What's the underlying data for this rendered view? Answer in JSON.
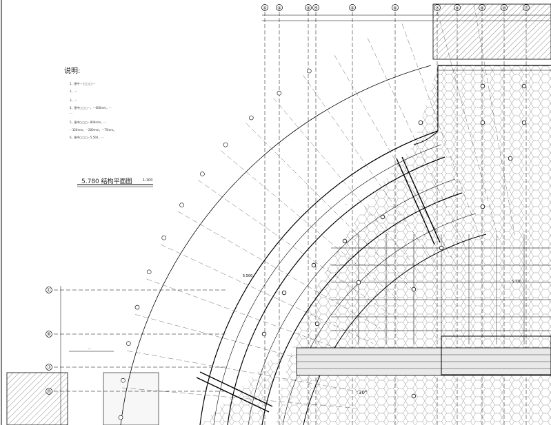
{
  "notes": {
    "title": "说明:",
    "items": [
      "1、图中···（□□□）···",
      "2、···",
      "3、···",
      "4、图中□□□···，···600mm，···",
      "···",
      "5、图中□□□···800mm，···",
      "···120mm，···200mm，···75mm。",
      "6、图中□□□···5.500，···"
    ]
  },
  "plan": {
    "title": "5.780 结构平面图",
    "scale": "1:100"
  },
  "annotations": {
    "level_left": "5.500",
    "level_mid": "5.720",
    "angle_label": "30°",
    "callout_left": "···",
    "callout_right": "···"
  },
  "grid_top": [
    "①",
    "②",
    "③",
    "④",
    "⑤",
    "⑥",
    "⑦",
    "⑧",
    "⑨",
    "⑩",
    "⑪"
  ],
  "grid_left": [
    "Ⓛ",
    "Ⓚ",
    "Ⓙ",
    "Ⓗ"
  ],
  "colors": {
    "line": "#000000",
    "hatch": "#333333",
    "fill_light": "#f4f4f4"
  }
}
